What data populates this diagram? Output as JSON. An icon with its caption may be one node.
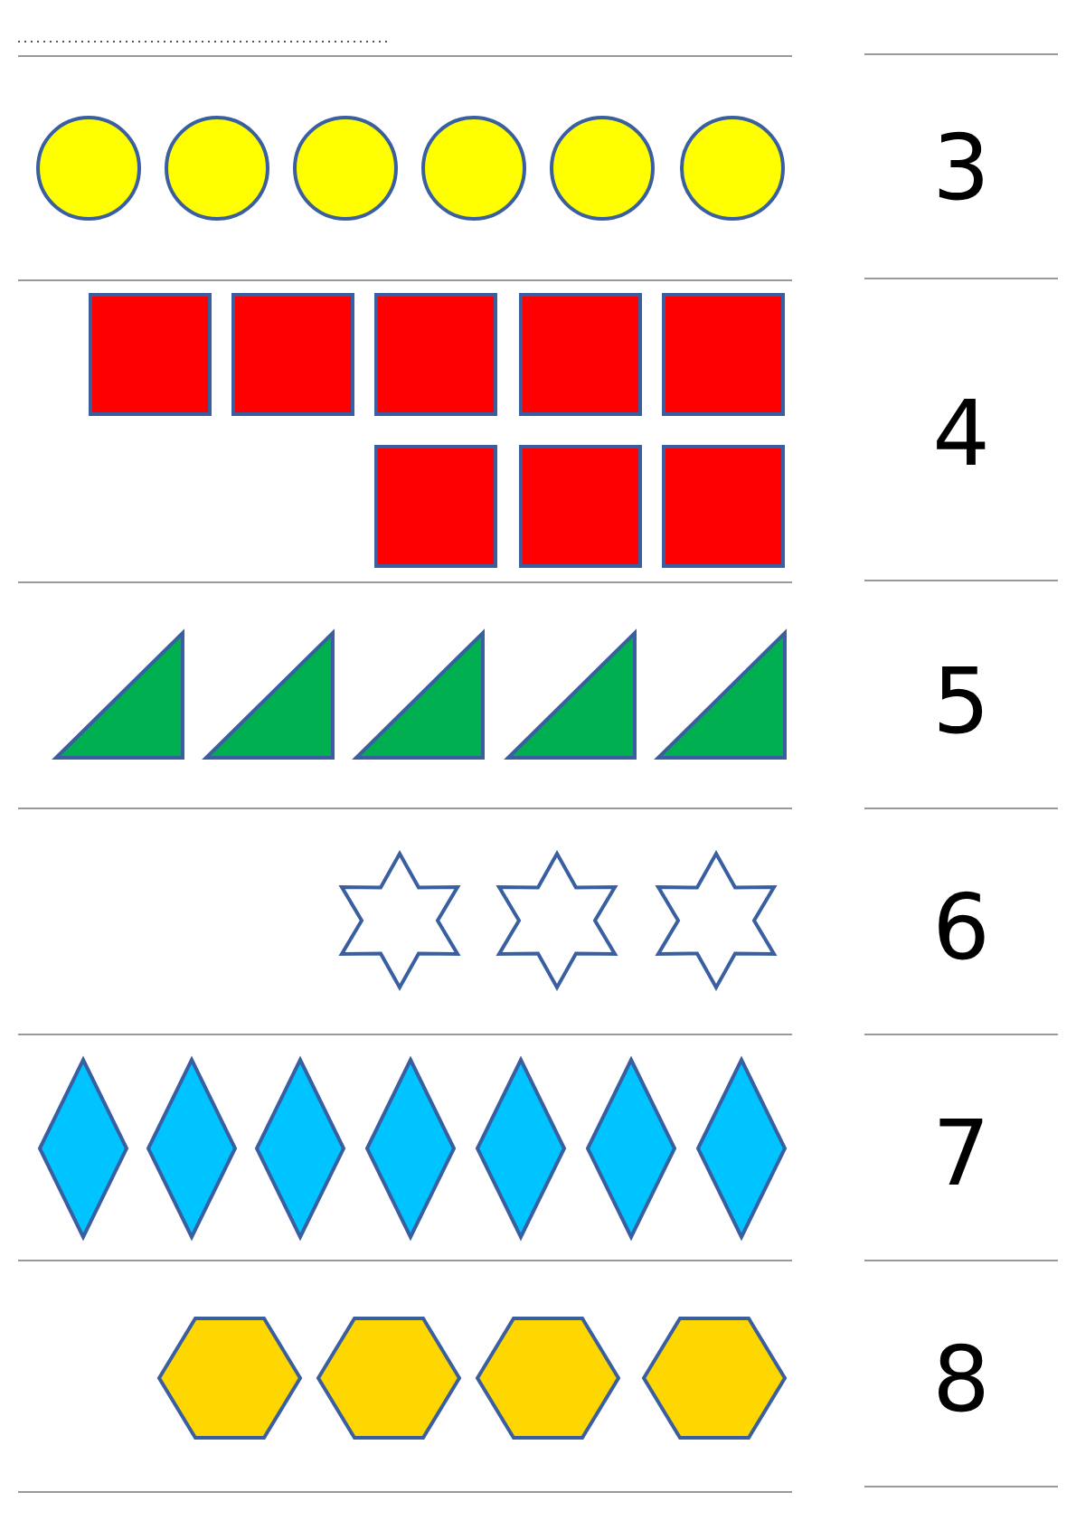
{
  "diagram": {
    "labels": [
      "3",
      "4",
      "5",
      "6",
      "7",
      "8"
    ]
  }
}
